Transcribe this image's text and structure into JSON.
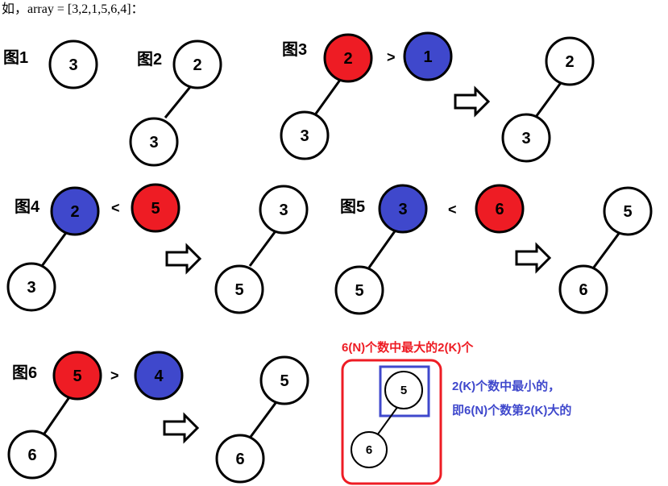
{
  "intro": "如，array = [3,2,1,5,6,4]：",
  "figures": [
    {
      "label": "图1",
      "nodes": [
        "3"
      ]
    },
    {
      "label": "图2",
      "root": "2",
      "child": "3"
    },
    {
      "label": "图3",
      "root": "2",
      "child": "3",
      "compare_op": ">",
      "incoming": "1",
      "result_root": "2",
      "result_child": "3"
    },
    {
      "label": "图4",
      "root": "2",
      "child": "3",
      "compare_op": "<",
      "incoming": "5",
      "result_root": "3",
      "result_child": "5"
    },
    {
      "label": "图5",
      "root": "3",
      "child": "5",
      "compare_op": "<",
      "incoming": "6",
      "result_root": "5",
      "result_child": "6"
    },
    {
      "label": "图6",
      "root": "5",
      "child": "6",
      "compare_op": ">",
      "incoming": "4",
      "result_root": "5",
      "result_child": "6"
    }
  ],
  "summary": {
    "red_caption": "6(N)个数中最大的2(K)个",
    "blue_caption_line1": "2(K)个数中最小的，",
    "blue_caption_line2": "即6(N)个数第2(K)大的",
    "root": "5",
    "child": "6"
  },
  "colors": {
    "red_node": "#ee1c24",
    "blue_node": "#3f48cc",
    "red_text": "#ee1c24",
    "blue_text": "#3f48cc"
  }
}
